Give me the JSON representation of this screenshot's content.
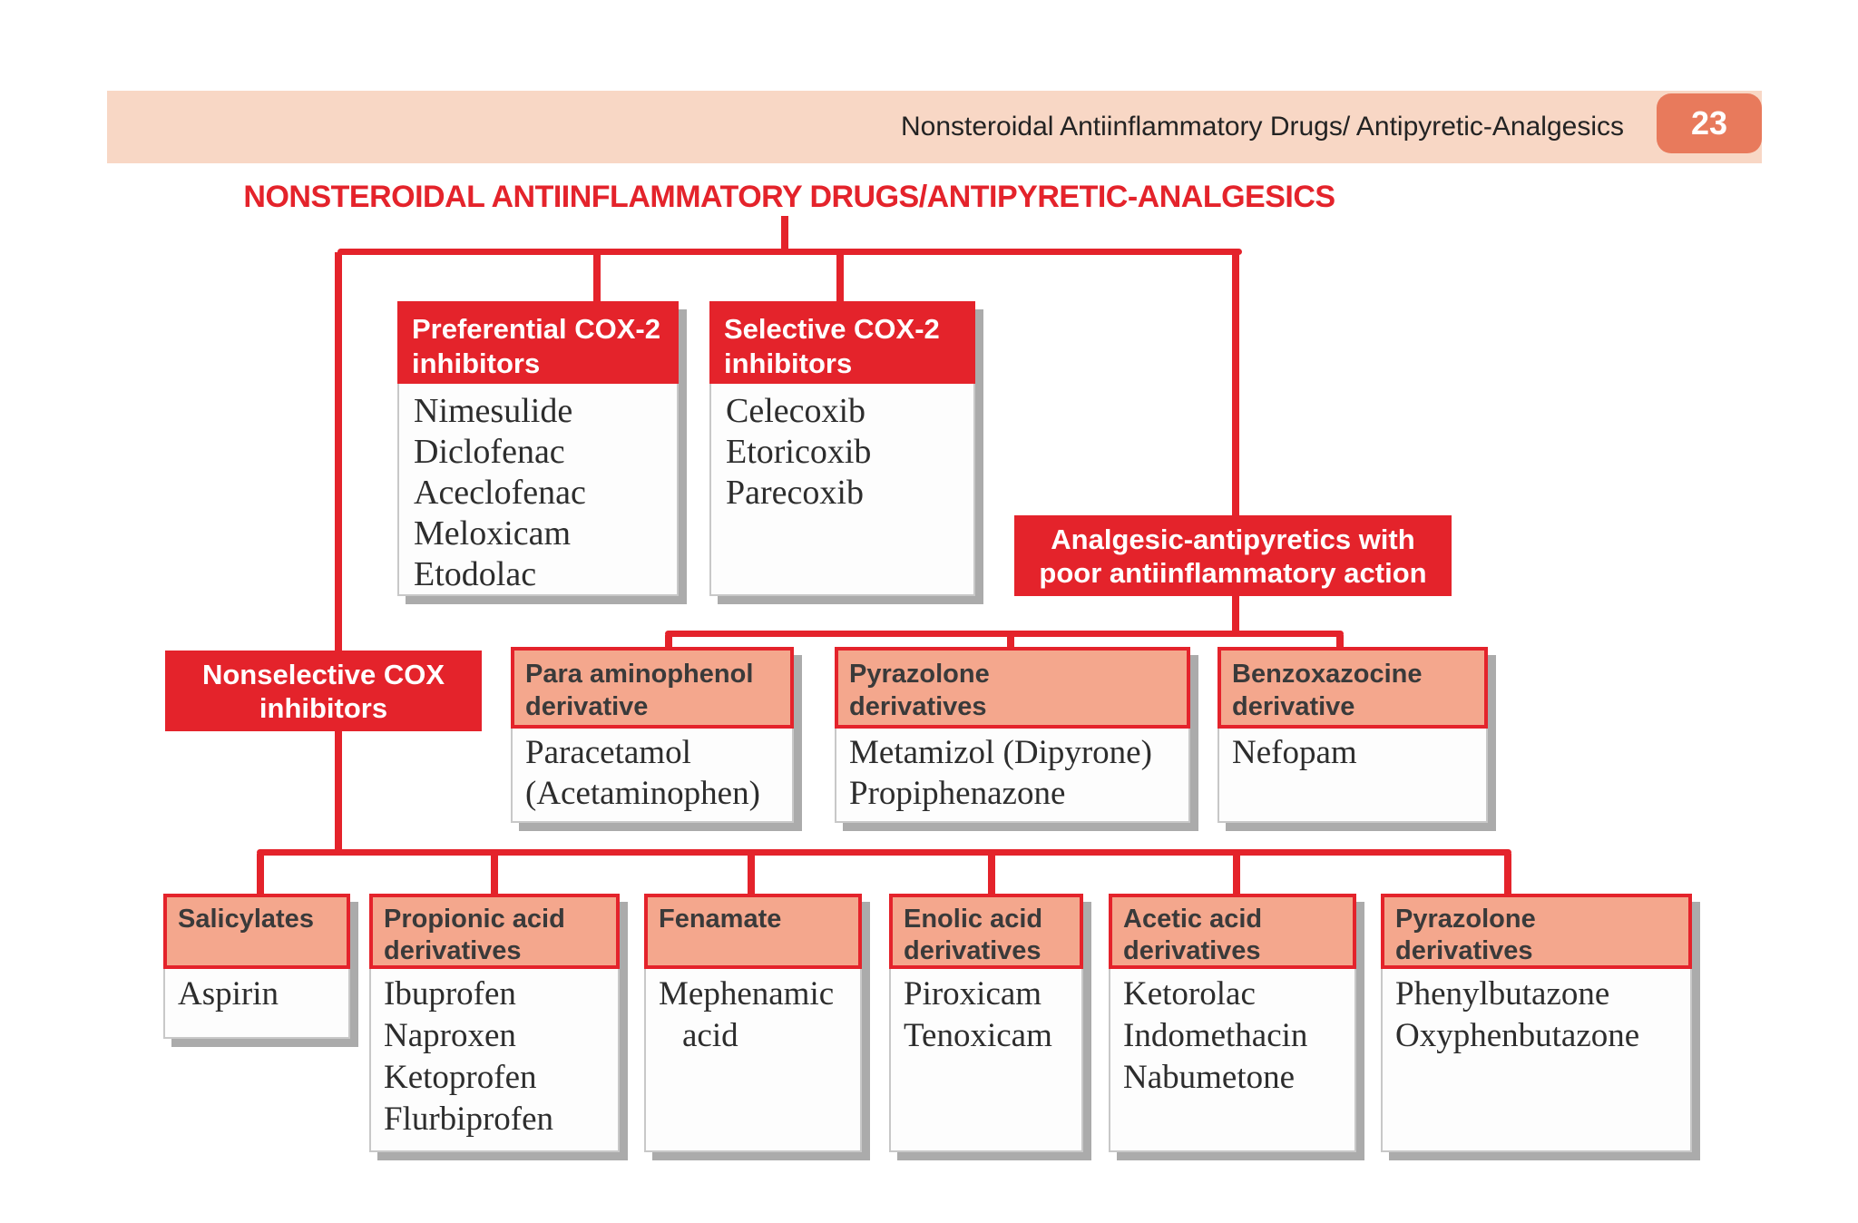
{
  "header": {
    "band_title": "Nonsteroidal Antiinflammatory Drugs/ Antipyretic-Analgesics",
    "page_number": "23"
  },
  "title": "NONSTEROIDAL ANTIINFLAMMATORY DRUGS/ANTIPYRETIC-ANALGESICS",
  "colors": {
    "red": "#e4232b",
    "salmon_header": "#f4a78d",
    "peach_band": "#f8d7c5",
    "badge_coral": "#e87a5c",
    "shadow_gray": "#ababab"
  },
  "nodes": {
    "preferential": {
      "header": [
        "Preferential COX-2",
        "inhibitors"
      ],
      "drugs": [
        "Nimesulide",
        "Diclofenac",
        "Aceclofenac",
        "Meloxicam",
        "Etodolac"
      ]
    },
    "selective": {
      "header": [
        "Selective COX-2",
        "inhibitors"
      ],
      "drugs": [
        "Celecoxib",
        "Etoricoxib",
        "Parecoxib"
      ]
    },
    "analgesic": {
      "label": [
        "Analgesic-antipyretics with",
        "poor antiinflammatory action"
      ]
    },
    "nonselective": {
      "label": [
        "Nonselective COX",
        "inhibitors"
      ]
    },
    "para_aminophenol": {
      "header": [
        "Para aminophenol",
        "derivative"
      ],
      "drugs": [
        "Paracetamol",
        "(Acetaminophen)"
      ]
    },
    "pyrazolone_mid": {
      "header": [
        "Pyrazolone",
        "derivatives"
      ],
      "drugs": [
        "Metamizol (Dipyrone)",
        "Propiphenazone"
      ]
    },
    "benzoxazocine": {
      "header": [
        "Benzoxazocine",
        "derivative"
      ],
      "drugs": [
        "Nefopam"
      ]
    },
    "salicylates": {
      "header": [
        "Salicylates"
      ],
      "drugs": [
        "Aspirin"
      ]
    },
    "propionic": {
      "header": [
        "Propionic acid",
        "derivatives"
      ],
      "drugs": [
        "Ibuprofen",
        "Naproxen",
        "Ketoprofen",
        "Flurbiprofen"
      ]
    },
    "fenamate": {
      "header": [
        "Fenamate"
      ],
      "drugs": [
        "Mephenamic",
        "acid"
      ]
    },
    "enolic": {
      "header": [
        "Enolic acid",
        "derivatives"
      ],
      "drugs": [
        "Piroxicam",
        "Tenoxicam"
      ]
    },
    "acetic": {
      "header": [
        "Acetic acid",
        "derivatives"
      ],
      "drugs": [
        "Ketorolac",
        "Indomethacin",
        "Nabumetone"
      ]
    },
    "pyrazolone_bottom": {
      "header": [
        "Pyrazolone",
        "derivatives"
      ],
      "drugs": [
        "Phenylbutazone",
        "Oxyphenbutazone"
      ]
    }
  }
}
